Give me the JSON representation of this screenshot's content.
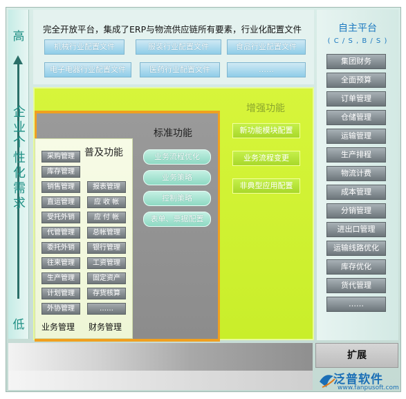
{
  "axis": {
    "high": "高",
    "low": "低",
    "label": "企业个性化需求"
  },
  "top": {
    "title": "完全开放平台，集成了ERP与物流供应链所有要素，行业化配置文件",
    "industries": [
      "机械行业配置文件",
      "服装行业配置文件",
      "食品行业配置文件",
      "电子电器行业配置文件",
      "医药行业配置文件",
      "……"
    ]
  },
  "right": {
    "title": "自主平台",
    "subtitle": "( C / S , B / S )",
    "modules": [
      "集团财务",
      "全面预算",
      "订单管理",
      "仓储管理",
      "运输管理",
      "生产排程",
      "物流计费",
      "成本管理",
      "分销管理",
      "进出口管理",
      "运输线路优化",
      "库存优化",
      "货代管理",
      "……"
    ]
  },
  "enhanced": {
    "title": "增强功能",
    "items": [
      "新功能模块配置",
      "业务流程变更",
      "非典型应用配置"
    ]
  },
  "standard": {
    "title": "标准功能",
    "items": [
      "业务流程优化",
      "业务策略",
      "控制策略",
      "表单、票据配置"
    ]
  },
  "basic": {
    "title": "普及功能",
    "business_items": [
      "采购管理",
      "库存管理",
      "销售管理",
      "直运管理",
      "受托外销",
      "代管管理",
      "委托外销",
      "往来管理",
      "生产管理",
      "计划管理",
      "外协管理"
    ],
    "finance_items": [
      "报表管理",
      "应 收 帐",
      "应 付 帐",
      "总帐管理",
      "银行管理",
      "工资管理",
      "固定资产",
      "存货核算",
      "……"
    ],
    "business_label": "业务管理",
    "finance_label": "财务管理"
  },
  "bottom": {
    "expand": "扩展"
  },
  "logo": {
    "name": "泛普软件",
    "url": "www.fanpusoft.com"
  },
  "colors": {
    "enhanced_bg": "#cdf02f",
    "standard_border": "#f0a020",
    "standard_bg": "#929292",
    "basic_bg": "#f3f9df",
    "accent_blue": "#1c79c0",
    "axis_teal": "#1e8f84"
  }
}
